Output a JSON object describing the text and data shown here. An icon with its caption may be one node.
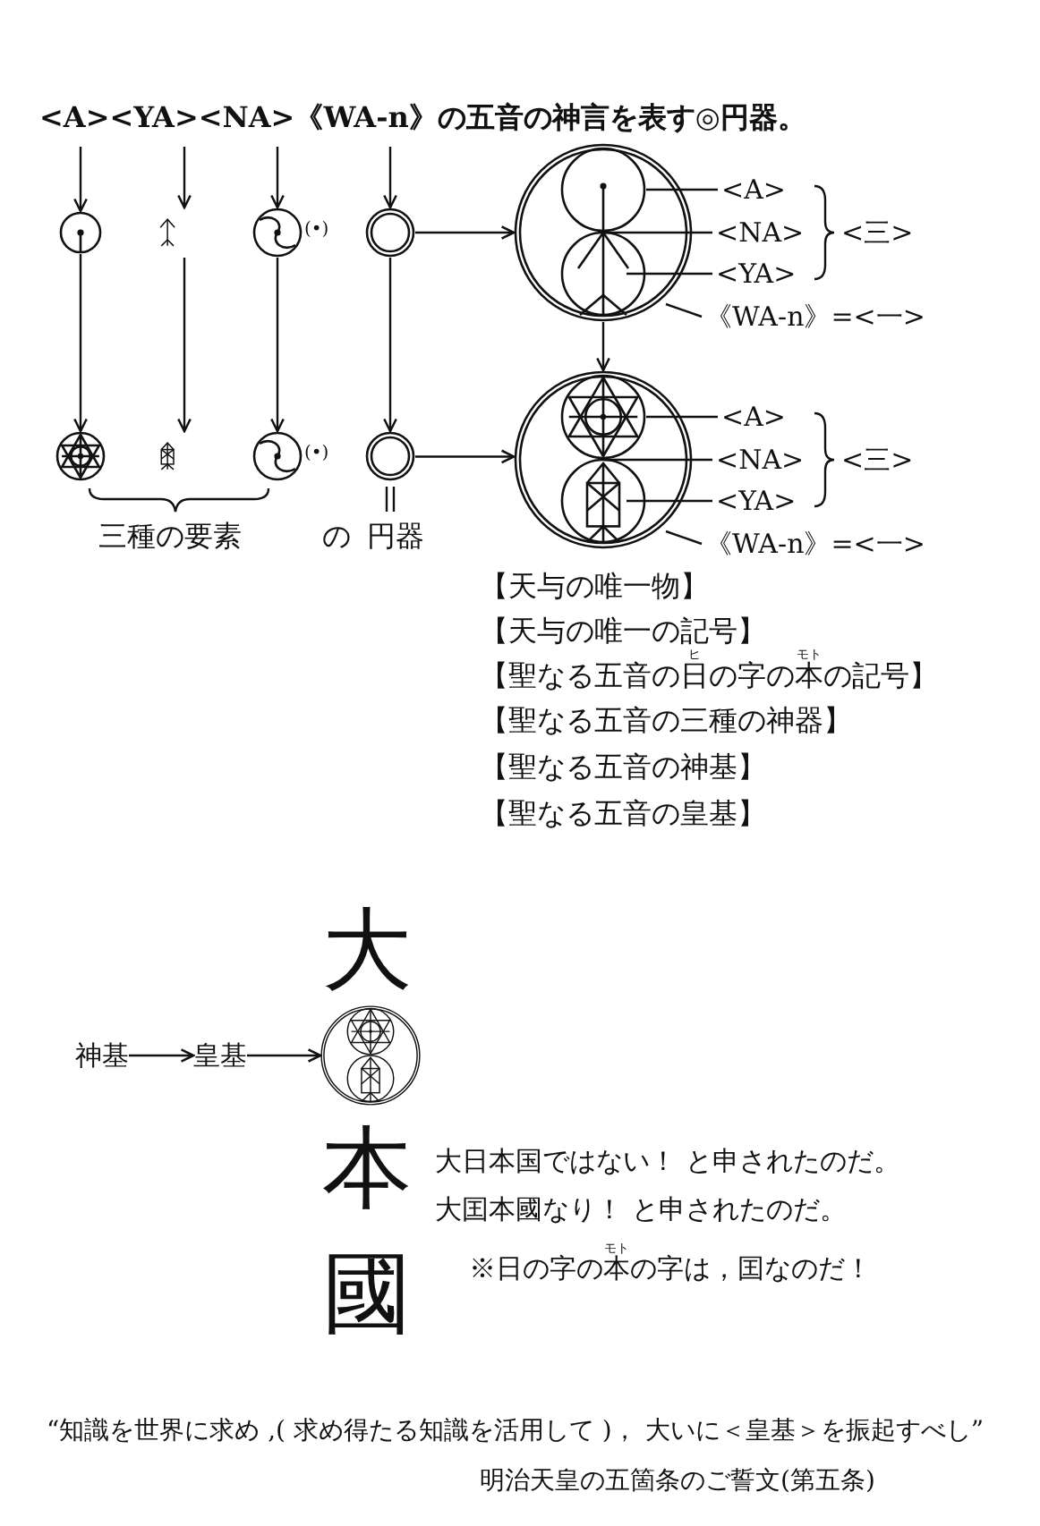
{
  "diagram": {
    "title": "<A><YA><NA>《WA-n》の五音の神言を表す◎円器。",
    "nodes": [
      {
        "text": [],
        "shape": "circle"
      },
      {
        "text": [],
        "shape": "symbol"
      },
      {
        "text": [],
        "shape": "circle",
        "beside": [
          "(•)"
        ]
      },
      {
        "text": [],
        "shape": "circle"
      },
      {
        "text": [],
        "shape": "circle"
      },
      {
        "text": [],
        "shape": "circle"
      },
      {
        "text": [],
        "shape": "symbol"
      },
      {
        "text": [],
        "shape": "circle",
        "beside": [
          "(•)"
        ]
      },
      {
        "text": [],
        "shape": "circle"
      },
      {
        "text": [],
        "shape": "circle"
      },
      {
        "text": [
          "<A>"
        ]
      },
      {
        "text": [
          "<NA>"
        ]
      },
      {
        "text": [
          "<YA>"
        ]
      },
      {
        "text": [
          "《WA-n》=<一>"
        ]
      },
      {
        "text": [
          "<A>"
        ]
      },
      {
        "text": [
          "<NA>"
        ]
      },
      {
        "text": [
          "<YA>"
        ]
      },
      {
        "text": [
          "《WA-n》=<一>"
        ]
      },
      {
        "text": [
          "神基"
        ]
      },
      {
        "text": [
          "皇基"
        ]
      },
      {
        "text": [],
        "shape": "circle"
      }
    ],
    "edges": [
      {
        "from": null,
        "to": 0,
        "arrow": "to"
      },
      {
        "from": null,
        "to": 1,
        "arrow": "to"
      },
      {
        "from": null,
        "to": 2,
        "arrow": "to"
      },
      {
        "from": null,
        "to": 3,
        "arrow": "to"
      },
      {
        "from": 3,
        "to": 4,
        "arrow": "to"
      },
      {
        "from": 0,
        "to": 5,
        "arrow": "to"
      },
      {
        "from": 1,
        "to": 6,
        "arrow": "to"
      },
      {
        "from": 2,
        "to": 7,
        "arrow": "to"
      },
      {
        "from": 3,
        "to": 8,
        "arrow": "to"
      },
      {
        "from": 4,
        "to": 9,
        "arrow": "to"
      },
      {
        "from": 8,
        "to": 9,
        "arrow": "to"
      },
      {
        "from": 10,
        "to": 4,
        "arrow": "none"
      },
      {
        "from": 11,
        "to": 4,
        "arrow": "none"
      },
      {
        "from": 12,
        "to": 4,
        "arrow": "none"
      },
      {
        "from": 13,
        "to": 4,
        "arrow": "none"
      },
      {
        "from": 14,
        "to": 9,
        "arrow": "none"
      },
      {
        "from": 15,
        "to": 9,
        "arrow": "none"
      },
      {
        "from": 16,
        "to": 9,
        "arrow": "none"
      },
      {
        "from": 17,
        "to": 9,
        "arrow": "none"
      },
      {
        "from": 18,
        "to": 19,
        "arrow": "to"
      },
      {
        "from": 19,
        "to": 20,
        "arrow": "to"
      }
    ],
    "labels": [
      "<三>",
      "<三>",
      "三種の要素",
      "の",
      "円器",
      "【天与の唯一物】",
      "【天与の唯一の記号】",
      "ヒ",
      "モト",
      "【聖なる五音の日の字の本の記号】",
      "【聖なる五音の三種の神器】",
      "【聖なる五音の神基】",
      "【聖なる五音の皇基】",
      "大",
      "本",
      "國",
      "大日本国ではない！ と申されたのだ。",
      "大囯本國なり！ と申されたのだ。",
      "モト",
      "※日の字の本の字は，囯なのだ！",
      "“知識を世界に求め ,( 求め得たる知識を活用して )， 大いに＜皇基＞を振起すべし”",
      "明治天皇の五箇条のご誓文(第五条)"
    ]
  }
}
